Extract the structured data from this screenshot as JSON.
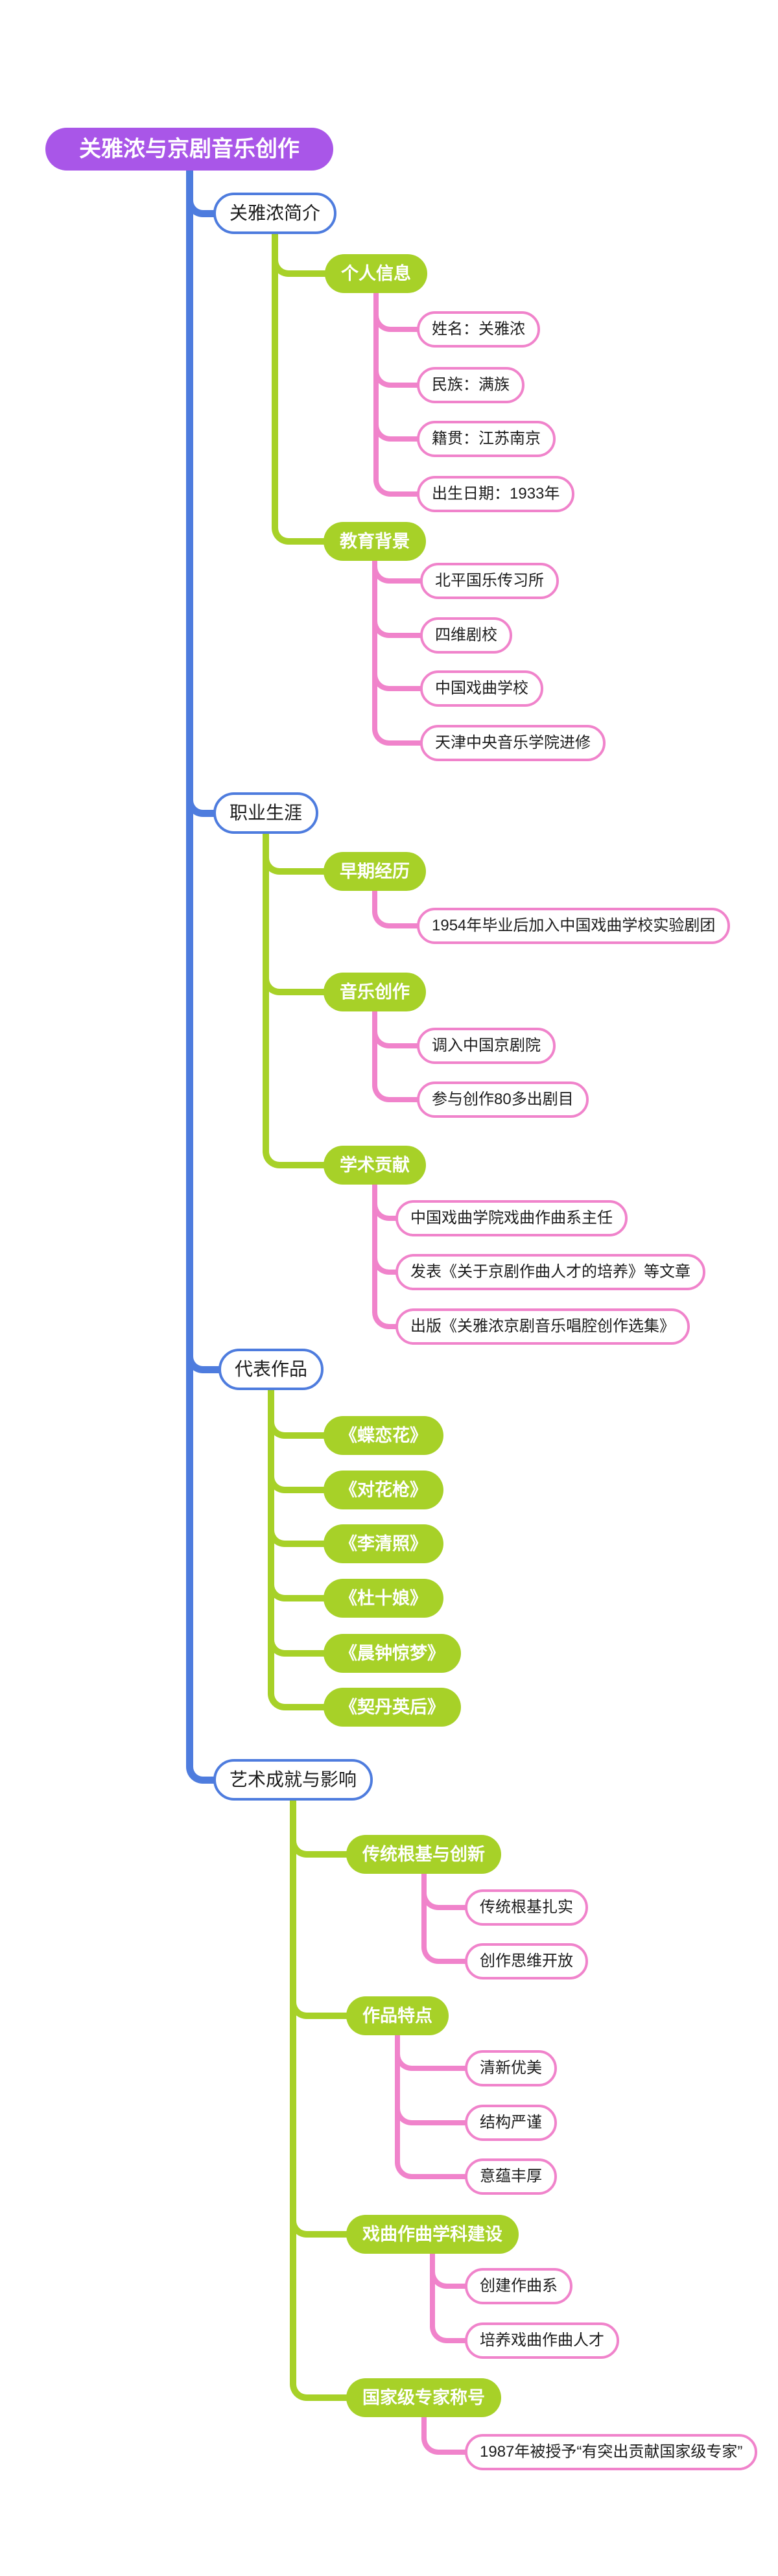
{
  "colors": {
    "root_fill": "#A956E8",
    "level1_line": "#4E7CDE",
    "topic_fill": "#A7D128",
    "leaf_line": "#F083CB",
    "text_dark": "#1C1C1C",
    "text_light": "#FFFFFF",
    "background": "#FFFFFF"
  },
  "tree": {
    "id": "root",
    "label": "关雅浓与京剧音乐创作",
    "children": [
      {
        "id": "intro",
        "label": "关雅浓简介",
        "children": [
          {
            "id": "personal-info",
            "label": "个人信息",
            "children": [
              {
                "id": "name",
                "label": "姓名：关雅浓"
              },
              {
                "id": "ethnicity",
                "label": "民族：满族"
              },
              {
                "id": "birthplace",
                "label": "籍贯：江苏南京"
              },
              {
                "id": "birthdate",
                "label": "出生日期：1933年"
              }
            ]
          },
          {
            "id": "education",
            "label": "教育背景",
            "children": [
              {
                "id": "edu-beiping",
                "label": "北平国乐传习所"
              },
              {
                "id": "edu-siwei",
                "label": "四维剧校"
              },
              {
                "id": "edu-xiqu-school",
                "label": "中国戏曲学校"
              },
              {
                "id": "edu-tianjin",
                "label": "天津中央音乐学院进修"
              }
            ]
          }
        ]
      },
      {
        "id": "career",
        "label": "职业生涯",
        "children": [
          {
            "id": "early-experience",
            "label": "早期经历",
            "children": [
              {
                "id": "early-1954",
                "label": "1954年毕业后加入中国戏曲学校实验剧团"
              }
            ]
          },
          {
            "id": "music-creation",
            "label": "音乐创作",
            "children": [
              {
                "id": "music-transfer",
                "label": "调入中国京剧院"
              },
              {
                "id": "music-80-plays",
                "label": "参与创作80多出剧目"
              }
            ]
          },
          {
            "id": "academic-contribution",
            "label": "学术贡献",
            "children": [
              {
                "id": "academic-director",
                "label": "中国戏曲学院戏曲作曲系主任"
              },
              {
                "id": "academic-article",
                "label": "发表《关于京剧作曲人才的培养》等文章"
              },
              {
                "id": "academic-anthology",
                "label": "出版《关雅浓京剧音乐唱腔创作选集》"
              }
            ]
          }
        ]
      },
      {
        "id": "works",
        "label": "代表作品",
        "children": [
          {
            "id": "work-dielianhua",
            "label": "《蝶恋花》"
          },
          {
            "id": "work-duihuaqiang",
            "label": "《对花枪》"
          },
          {
            "id": "work-liqingzhao",
            "label": "《李清照》"
          },
          {
            "id": "work-dushiniang",
            "label": "《杜十娘》"
          },
          {
            "id": "work-chenzhong",
            "label": "《晨钟惊梦》"
          },
          {
            "id": "work-qidan",
            "label": "《契丹英后》"
          }
        ]
      },
      {
        "id": "achievement",
        "label": "艺术成就与影响",
        "children": [
          {
            "id": "tradition-innovation",
            "label": "传统根基与创新",
            "children": [
              {
                "id": "tradition-solid",
                "label": "传统根基扎实"
              },
              {
                "id": "tradition-open",
                "label": "创作思维开放"
              }
            ]
          },
          {
            "id": "work-features",
            "label": "作品特点",
            "children": [
              {
                "id": "feature-fresh",
                "label": "清新优美"
              },
              {
                "id": "feature-rigorous",
                "label": "结构严谨"
              },
              {
                "id": "feature-rich",
                "label": "意蕴丰厚"
              }
            ]
          },
          {
            "id": "discipline-building",
            "label": "戏曲作曲学科建设",
            "children": [
              {
                "id": "discipline-create",
                "label": "创建作曲系"
              },
              {
                "id": "discipline-talent",
                "label": "培养戏曲作曲人才"
              }
            ]
          },
          {
            "id": "expert-title",
            "label": "国家级专家称号",
            "children": [
              {
                "id": "expert-1987",
                "label": "1987年被授予“有突出贡献国家级专家”"
              }
            ]
          }
        ]
      }
    ]
  }
}
